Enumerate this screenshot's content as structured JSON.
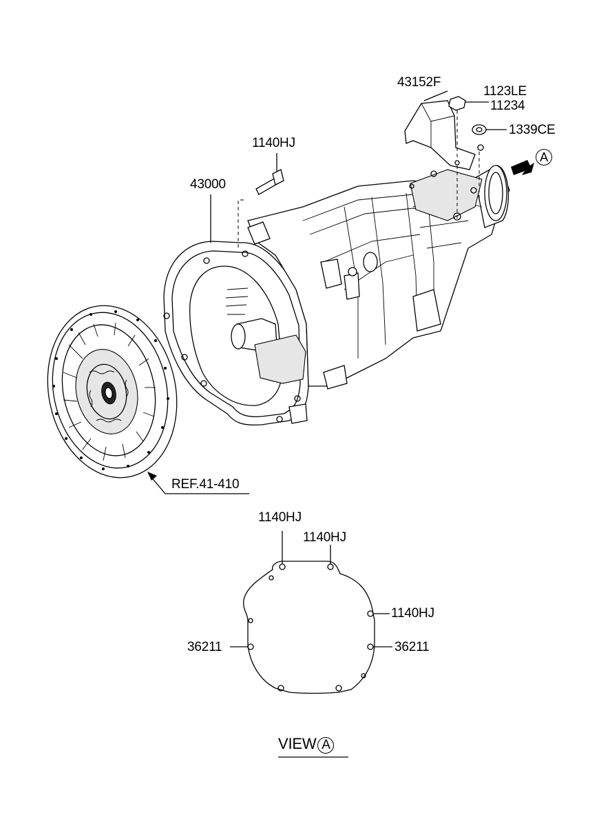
{
  "labels": {
    "bracket": "43152F",
    "nut_1": "1123LE",
    "nut_2": "11234",
    "washer": "1339CE",
    "bolt_top": "1140HJ",
    "transmission": "43000",
    "clutch_ref": "REF.41-410",
    "view_bolt_top_left": "1140HJ",
    "view_bolt_top_right": "1140HJ",
    "view_bolt_right": "1140HJ",
    "view_pin_left": "36211",
    "view_pin_right": "36211"
  },
  "view_marker": {
    "letter": "A",
    "title_prefix": "VIEW"
  }
}
